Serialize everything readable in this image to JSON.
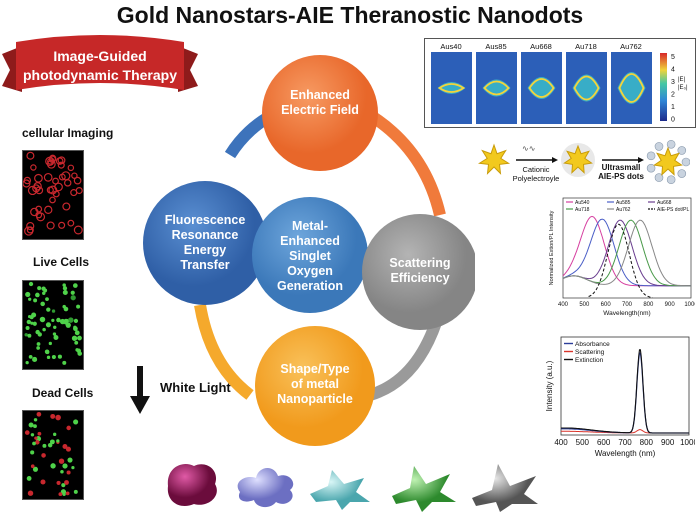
{
  "title": "Gold Nanostars-AIE Theranostic Nanodots",
  "banner": {
    "line1": "Image-Guided",
    "line2": "photodynamic Therapy"
  },
  "left_labels": {
    "imaging": "cellular Imaging",
    "live": "Live Cells",
    "dead": "Dead Cells",
    "white_light": "White Light"
  },
  "cycle": {
    "top": [
      "Enhanced",
      "Electric Field"
    ],
    "left": [
      "Fluorescence",
      "Resonance",
      "Energy",
      "Transfer"
    ],
    "center": [
      "Metal-",
      "Enhanced",
      "Singlet",
      "Oxygen",
      "Generation"
    ],
    "right": [
      "Scattering",
      "Efficiency"
    ],
    "bottom": [
      "Shape/Type",
      "of metal",
      "Nanoparticle"
    ]
  },
  "field_maps": {
    "labels": [
      "Aus40",
      "Aus85",
      "Au668",
      "Au718",
      "Au762"
    ],
    "scale": [
      "5",
      "4",
      "3",
      "2",
      "1",
      "0"
    ],
    "scale_title": "|E|",
    "scale_sub": "|E₀|"
  },
  "synthesis": {
    "step1": [
      "Cationic",
      "Polyelectroyle"
    ],
    "step2": [
      "Ultrasmall",
      "AIE-PS dots"
    ]
  },
  "spectra_chart": {
    "legend": [
      "Au540",
      "Au585",
      "Au668",
      "Au718",
      "Au762",
      "AIE-PS dot/PL"
    ],
    "colors": [
      "#d63fa0",
      "#4b5fc7",
      "#6a3d8f",
      "#4a9a4a",
      "#888888",
      "#111111"
    ],
    "ylabel": "Normalized Extion/PL Intensity",
    "xlabel": "Wavelength(nm)",
    "xticks": [
      "400",
      "500",
      "600",
      "700",
      "800",
      "900",
      "1000"
    ]
  },
  "extinction_chart": {
    "legend": [
      "Absorbance",
      "Scattering",
      "Extinction"
    ],
    "colors": [
      "#2c3e9a",
      "#d9342b",
      "#111111"
    ],
    "ylabel": "Intensity (a.u.)",
    "xlabel": "Wavelength (nm)",
    "xticks": [
      "400",
      "500",
      "600",
      "700",
      "800",
      "900",
      "1000"
    ]
  },
  "colors": {
    "top": "#f07a3b",
    "left": "#3d73bb",
    "center": "#4d8ac8",
    "right": "#9a9a9a",
    "bottom": "#f5a92c",
    "banner": "#c62828"
  }
}
